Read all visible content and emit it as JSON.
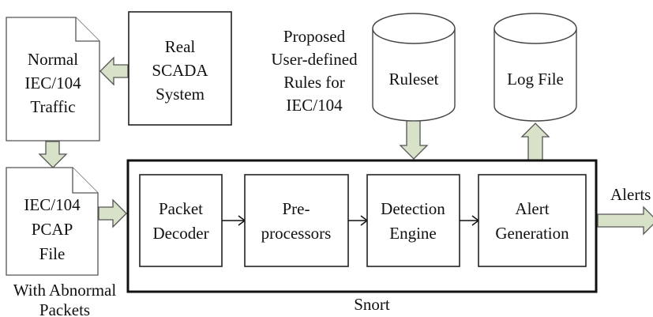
{
  "nodes": {
    "normal_traffic": [
      "Normal",
      "IEC/104",
      "Traffic"
    ],
    "real_scada": [
      "Real",
      "SCADA",
      "System"
    ],
    "proposed_rules": [
      "Proposed",
      "User-defined",
      "Rules for",
      "IEC/104"
    ],
    "ruleset": "Ruleset",
    "log_file": "Log File",
    "pcap_file": [
      "IEC/104",
      "PCAP",
      "File"
    ],
    "abnormal_caption": [
      "With Abnormal",
      "Packets"
    ],
    "packet_decoder": [
      "Packet",
      "Decoder"
    ],
    "preprocessors": [
      "Pre-",
      "processors"
    ],
    "detection_engine": [
      "Detection",
      "Engine"
    ],
    "alert_generation": [
      "Alert",
      "Generation"
    ],
    "alerts": "Alerts",
    "snort": "Snort"
  },
  "colors": {
    "arrow_fill": "#d8e2c8",
    "stroke": "#222222"
  }
}
